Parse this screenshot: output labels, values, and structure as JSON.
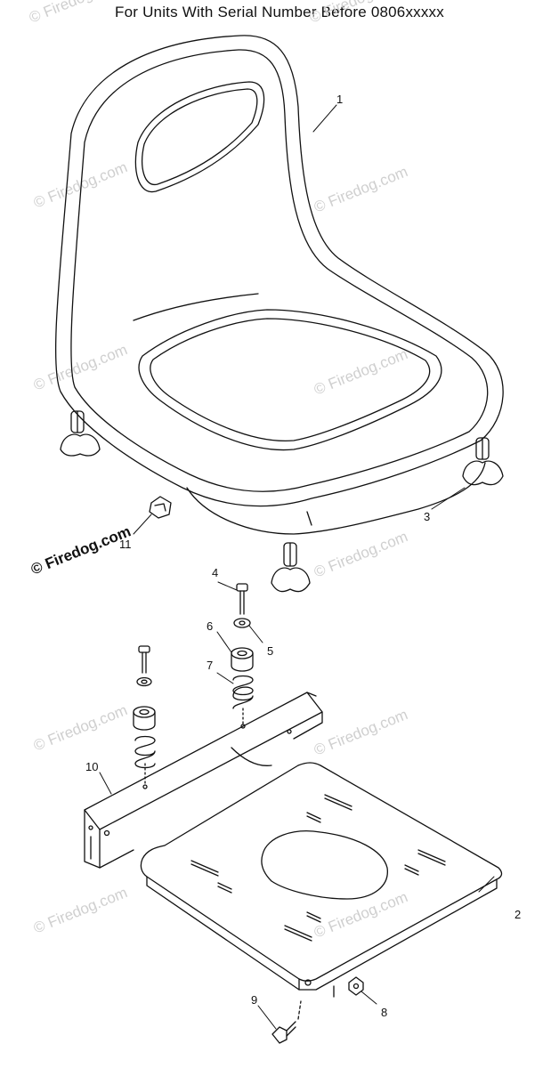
{
  "header": {
    "title": "For Units With Serial Number Before 0806xxxxx"
  },
  "watermark": {
    "text": "© Firedog.com"
  },
  "callouts": [
    "1",
    "2",
    "3",
    "4",
    "5",
    "6",
    "7",
    "8",
    "9",
    "10",
    "11"
  ],
  "colors": {
    "line": "#111111",
    "watermark": "#cfcfcf",
    "background": "#ffffff"
  }
}
